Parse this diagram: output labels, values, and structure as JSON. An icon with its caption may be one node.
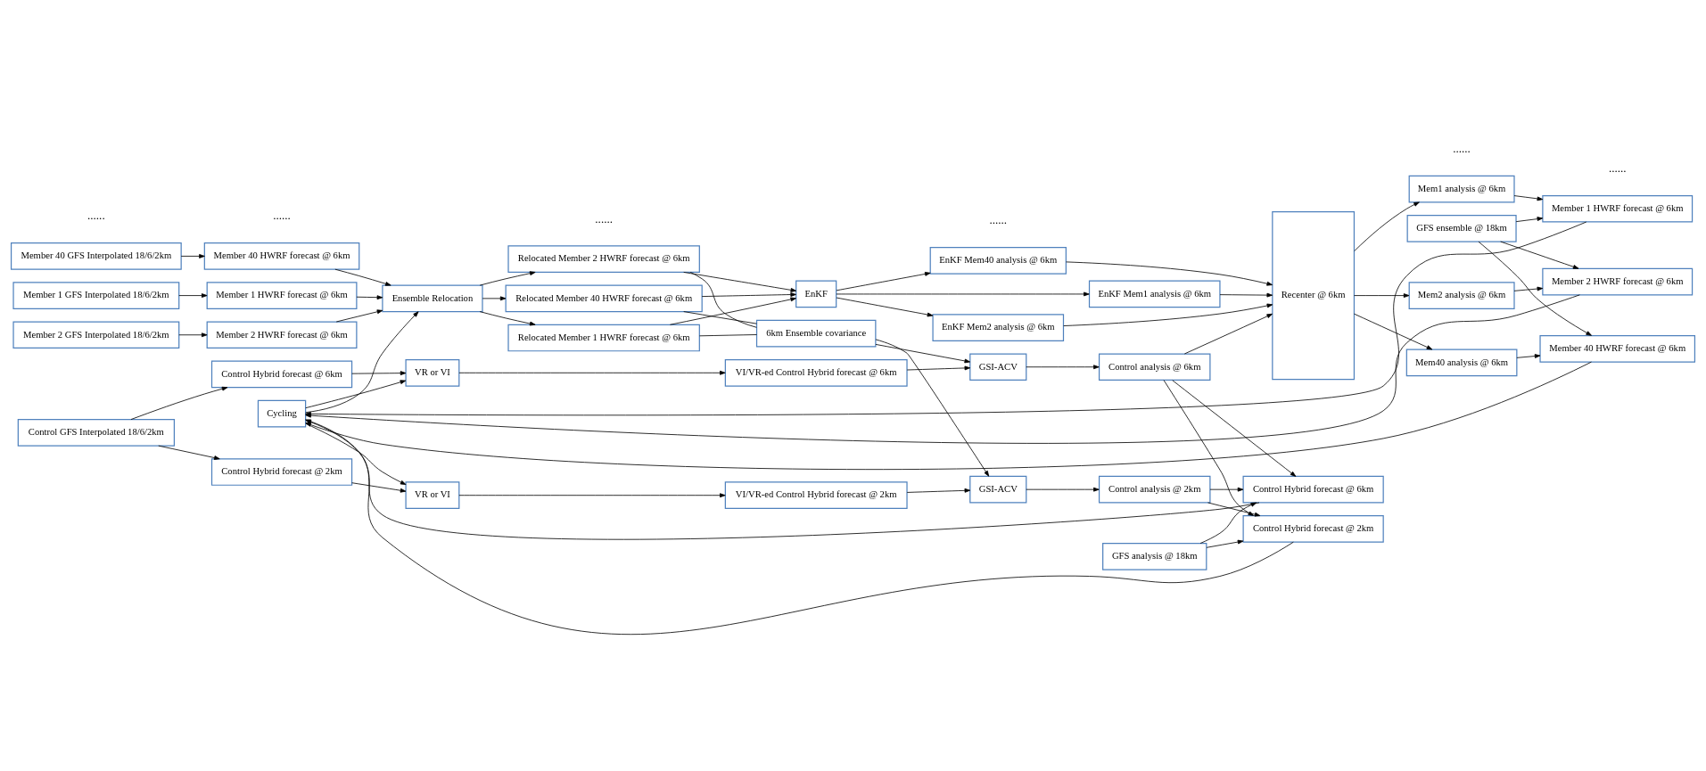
{
  "diagram": {
    "nodes": [
      {
        "text": [
          "Cycling"
        ]
      },
      {
        "text": [
          "Member 1 GFS Interpolated 18/6/2km"
        ]
      },
      {
        "text": [
          "Member 2 GFS Interpolated 18/6/2km"
        ]
      },
      {
        "text": [
          "Member 40 GFS Interpolated 18/6/2km"
        ]
      },
      {
        "text": [
          "Member 1 HWRF forecast @ 6km"
        ]
      },
      {
        "text": [
          "Member 2 HWRF forecast @ 6km"
        ]
      },
      {
        "text": [
          "Member 40 HWRF forecast @ 6km"
        ]
      },
      {
        "text": [
          "Ensemble Relocation"
        ]
      },
      {
        "text": [
          "Relocated Member 1 HWRF forecast @ 6km"
        ]
      },
      {
        "text": [
          "Relocated Member 2 HWRF forecast @ 6km"
        ]
      },
      {
        "text": [
          "Relocated Member 40 HWRF forecast @ 6km"
        ]
      },
      {
        "text": [
          "EnKF"
        ]
      },
      {
        "text": [
          "6km Ensemble covariance"
        ]
      },
      {
        "text": [
          "EnKF Mem1 analysis @ 6km"
        ]
      },
      {
        "text": [
          "EnKF Mem2 analysis @ 6km"
        ]
      },
      {
        "text": [
          "EnKF Mem40 analysis @ 6km"
        ]
      },
      {
        "text": [
          "Recenter @ 6km"
        ]
      },
      {
        "text": [
          "GFS ensemble @ 18km"
        ]
      },
      {
        "text": [
          "Mem1 analysis @ 6km"
        ]
      },
      {
        "text": [
          "Mem2 analysis @ 6km"
        ]
      },
      {
        "text": [
          "Mem40 analysis @ 6km"
        ]
      },
      {
        "text": [
          "Member 1 HWRF forecast @ 6km"
        ]
      },
      {
        "text": [
          "Member 2 HWRF forecast @ 6km"
        ]
      },
      {
        "text": [
          "Member 40 HWRF forecast @ 6km"
        ]
      },
      {
        "text": [
          "Control GFS Interpolated 18/6/2km"
        ]
      },
      {
        "text": [
          "Control Hybrid forecast @ 6km"
        ]
      },
      {
        "text": [
          "Control Hybrid forecast @ 2km"
        ]
      },
      {
        "text": [
          "VR or VI"
        ]
      },
      {
        "text": [
          "VR or VI"
        ]
      },
      {
        "text": [
          "VI/VR-ed Control Hybrid forecast @ 6km"
        ]
      },
      {
        "text": [
          "VI/VR-ed Control Hybrid forecast @ 2km"
        ]
      },
      {
        "text": [
          "GSI-ACV"
        ]
      },
      {
        "text": [
          "GSI-ACV"
        ]
      },
      {
        "text": [
          "Control analysis @ 6km"
        ]
      },
      {
        "text": [
          "Control analysis @ 2km"
        ]
      },
      {
        "text": [
          "Control Hybrid forecast @ 6km"
        ]
      },
      {
        "text": [
          "Control Hybrid forecast @ 2km"
        ]
      },
      {
        "text": [
          "GFS analysis @ 18km"
        ]
      }
    ],
    "edges": [
      {
        "from": 1,
        "to": 4,
        "arrow": "to"
      },
      {
        "from": 2,
        "to": 5,
        "arrow": "to"
      },
      {
        "from": 3,
        "to": 6,
        "arrow": "to"
      },
      {
        "from": 4,
        "to": 7,
        "arrow": "to"
      },
      {
        "from": 5,
        "to": 7,
        "arrow": "to"
      },
      {
        "from": 6,
        "to": 7,
        "arrow": "to"
      },
      {
        "from": 0,
        "to": 7,
        "arrow": "to"
      },
      {
        "from": 0,
        "to": 27,
        "arrow": "to"
      },
      {
        "from": 0,
        "to": 28,
        "arrow": "to"
      },
      {
        "from": 7,
        "to": 8,
        "arrow": "to"
      },
      {
        "from": 7,
        "to": 9,
        "arrow": "to"
      },
      {
        "from": 7,
        "to": 10,
        "arrow": "to"
      },
      {
        "from": 8,
        "to": 11,
        "arrow": "to"
      },
      {
        "from": 9,
        "to": 11,
        "arrow": "to"
      },
      {
        "from": 10,
        "to": 11,
        "arrow": "to"
      },
      {
        "from": 8,
        "to": 12,
        "arrow": "none"
      },
      {
        "from": 9,
        "to": 12,
        "arrow": "none"
      },
      {
        "from": 10,
        "to": 12,
        "arrow": "none"
      },
      {
        "from": 11,
        "to": 13,
        "arrow": "to"
      },
      {
        "from": 11,
        "to": 14,
        "arrow": "to"
      },
      {
        "from": 11,
        "to": 15,
        "arrow": "to"
      },
      {
        "from": 13,
        "to": 16,
        "arrow": "to"
      },
      {
        "from": 14,
        "to": 16,
        "arrow": "to"
      },
      {
        "from": 15,
        "to": 16,
        "arrow": "to"
      },
      {
        "from": 16,
        "to": 18,
        "arrow": "to"
      },
      {
        "from": 16,
        "to": 19,
        "arrow": "to"
      },
      {
        "from": 16,
        "to": 20,
        "arrow": "to"
      },
      {
        "from": 18,
        "to": 21,
        "arrow": "to"
      },
      {
        "from": 19,
        "to": 22,
        "arrow": "to"
      },
      {
        "from": 20,
        "to": 23,
        "arrow": "to"
      },
      {
        "from": 17,
        "to": 21,
        "arrow": "to"
      },
      {
        "from": 17,
        "to": 22,
        "arrow": "to"
      },
      {
        "from": 17,
        "to": 23,
        "arrow": "to"
      },
      {
        "from": 21,
        "to": 0,
        "arrow": "to"
      },
      {
        "from": 22,
        "to": 0,
        "arrow": "to"
      },
      {
        "from": 23,
        "to": 0,
        "arrow": "to"
      },
      {
        "from": 35,
        "to": 0,
        "arrow": "to"
      },
      {
        "from": 36,
        "to": 0,
        "arrow": "to"
      },
      {
        "from": 24,
        "to": 25,
        "arrow": "to"
      },
      {
        "from": 24,
        "to": 26,
        "arrow": "to"
      },
      {
        "from": 25,
        "to": 27,
        "arrow": "to"
      },
      {
        "from": 26,
        "to": 28,
        "arrow": "to"
      },
      {
        "from": 27,
        "to": 29,
        "arrow": "to"
      },
      {
        "from": 28,
        "to": 30,
        "arrow": "to"
      },
      {
        "from": 29,
        "to": 31,
        "arrow": "to"
      },
      {
        "from": 30,
        "to": 32,
        "arrow": "to"
      },
      {
        "from": 12,
        "to": 31,
        "arrow": "to"
      },
      {
        "from": 12,
        "to": 32,
        "arrow": "to"
      },
      {
        "from": 31,
        "to": 33,
        "arrow": "to"
      },
      {
        "from": 32,
        "to": 34,
        "arrow": "to"
      },
      {
        "from": 33,
        "to": 16,
        "arrow": "to"
      },
      {
        "from": 33,
        "to": 35,
        "arrow": "to"
      },
      {
        "from": 33,
        "to": 36,
        "arrow": "to"
      },
      {
        "from": 34,
        "to": 35,
        "arrow": "to"
      },
      {
        "from": 34,
        "to": 36,
        "arrow": "to"
      },
      {
        "from": 37,
        "to": 35,
        "arrow": "to"
      },
      {
        "from": 37,
        "to": 36,
        "arrow": "to"
      }
    ],
    "labels": [
      "......",
      "......",
      "......",
      "......",
      "......",
      "......"
    ]
  }
}
